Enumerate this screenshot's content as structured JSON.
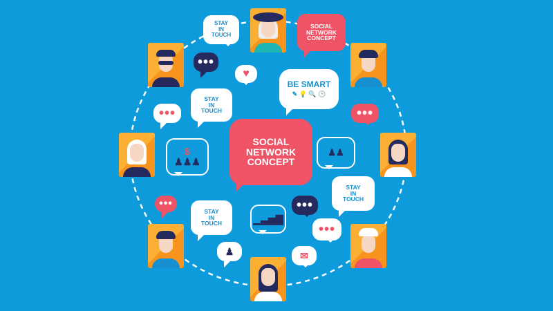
{
  "center_bubble": {
    "line1": "SOCIAL",
    "line2": "NETWORK",
    "line3": "CONCEPT"
  },
  "top_bubble": {
    "line1": "SOCIAL",
    "line2": "NETWORK",
    "line3": "CONCEPT"
  },
  "stay_bubbles": [
    {
      "l1": "STAY",
      "l2": "IN",
      "l3": "TOUCH"
    },
    {
      "l1": "STAY",
      "l2": "IN",
      "l3": "TOUCH"
    },
    {
      "l1": "STAY",
      "l2": "IN",
      "l3": "TOUCH"
    },
    {
      "l1": "STAY",
      "l2": "IN",
      "l3": "TOUCH"
    }
  ],
  "smart_bubble": {
    "title": "BE SMART",
    "icons": "✎ 💡 🔍 🕒"
  },
  "dots": "•••",
  "colors": {
    "background": "#0d9bdb",
    "coral": "#ef5466",
    "navy": "#242a5e",
    "orange": "#f7941d"
  }
}
